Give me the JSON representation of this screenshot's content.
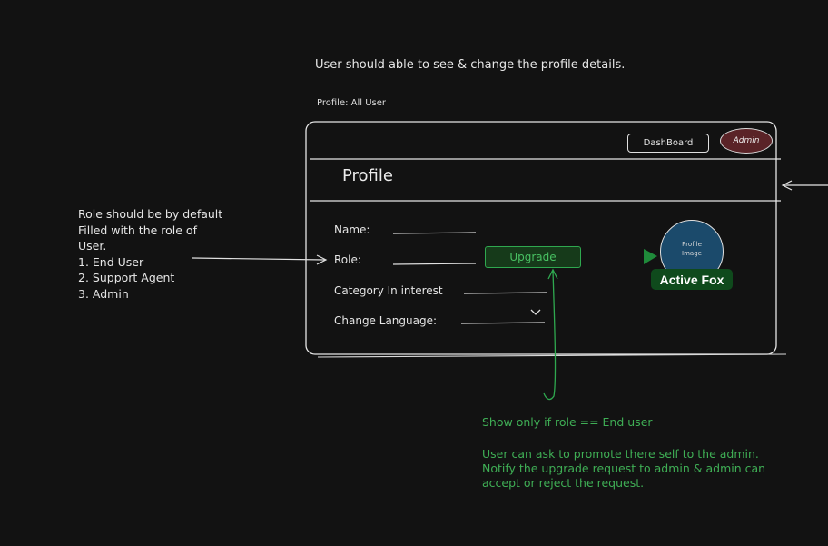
{
  "header_note": "User should able to see & change the profile details.",
  "caption": "Profile: All User",
  "nav": {
    "dashboard_label": "DashBoard",
    "admin_label": "Admin"
  },
  "profile": {
    "title": "Profile",
    "fields": {
      "name_label": "Name:",
      "role_label": "Role:",
      "category_label": "Category In interest",
      "language_label": "Change Language:"
    },
    "upgrade_label": "Upgrade",
    "image_label_1": "Profile",
    "image_label_2": "Image",
    "dropdown_icon": "chevron-down-icon"
  },
  "badge": {
    "label": "Active Fox",
    "color": "#0f4a1c"
  },
  "role_note": {
    "lines": [
      "Role should be by default",
      "Filled with the role of",
      "User.",
      "1. End User",
      "2. Support Agent",
      "3. Admin"
    ]
  },
  "upgrade_note": {
    "condition": "Show only if role == End user",
    "lines": [
      "User can ask to promote there self to the admin.",
      "Notify the upgrade request to admin & admin can",
      "accept or reject the request."
    ],
    "color": "#3fae55"
  },
  "colors": {
    "background": "#121212",
    "upgrade_green": "#2fa84f",
    "avatar_blue": "#1b4a6b",
    "admin_red": "#5a2327"
  }
}
